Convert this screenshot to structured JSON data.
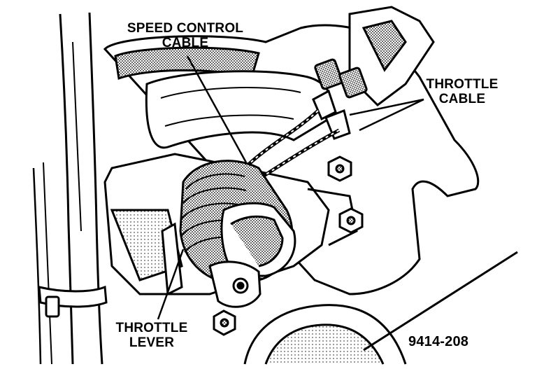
{
  "colors": {
    "ink": "#000000",
    "paper": "#ffffff",
    "shade": "#8a8a8a"
  },
  "callouts": {
    "speed_control_cable": {
      "line1": "SPEED CONTROL",
      "line2": "CABLE"
    },
    "throttle_cable": {
      "line1": "THROTTLE",
      "line2": "CABLE"
    },
    "throttle_lever": {
      "line1": "THROTTLE",
      "line2": "LEVER"
    }
  },
  "figure_number": "9414-208"
}
